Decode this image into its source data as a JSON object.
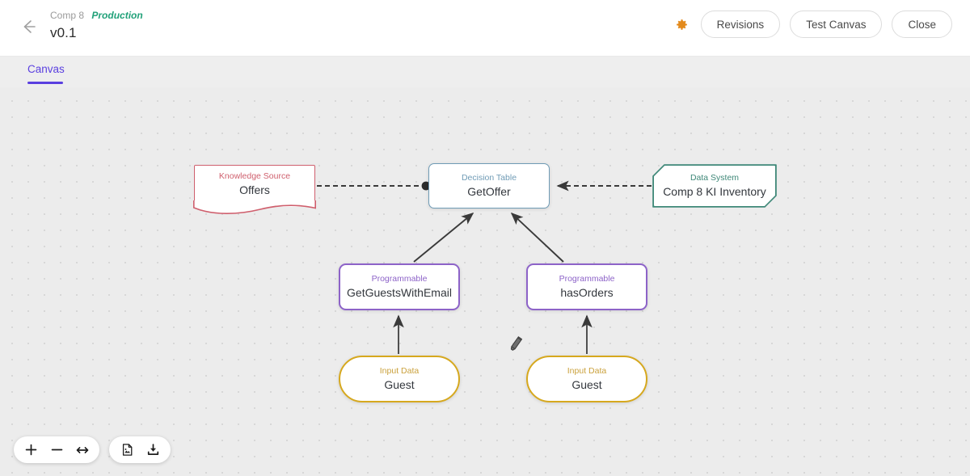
{
  "header": {
    "back_icon": "arrow-left-icon",
    "breadcrumb_app": "Comp 8",
    "breadcrumb_env": "Production",
    "version": "v0.1",
    "gear_icon": "gear-icon",
    "gear_color": "#e38a1c",
    "actions": [
      {
        "label": "Revisions",
        "name": "revisions-button"
      },
      {
        "label": "Test Canvas",
        "name": "test-canvas-button"
      },
      {
        "label": "Close",
        "name": "close-button"
      }
    ]
  },
  "tabs": [
    {
      "label": "Canvas",
      "name": "tab-canvas",
      "active": true
    }
  ],
  "canvas": {
    "cursor_icon": "pencil-icon",
    "nodes": [
      {
        "id": "knowledge-source",
        "kind": "Knowledge Source",
        "label": "Offers",
        "accent": "#cf5f6d"
      },
      {
        "id": "decision-table",
        "kind": "Decision Table",
        "label": "GetOffer",
        "accent": "#6f9bb5"
      },
      {
        "id": "data-system",
        "kind": "Data System",
        "label": "Comp 8 KI Inventory",
        "accent": "#3f8878"
      },
      {
        "id": "programmable-a",
        "kind": "Programmable",
        "label": "GetGuestsWithEmail",
        "accent": "#8d63c8"
      },
      {
        "id": "programmable-b",
        "kind": "Programmable",
        "label": "hasOrders",
        "accent": "#8d63c8"
      },
      {
        "id": "input-data-a",
        "kind": "Input Data",
        "label": "Guest",
        "accent": "#d6a81e"
      },
      {
        "id": "input-data-b",
        "kind": "Input Data",
        "label": "Guest",
        "accent": "#d6a81e"
      }
    ],
    "edges": [
      {
        "from": "knowledge-source",
        "to": "decision-table",
        "style": "dashed",
        "end": "circle"
      },
      {
        "from": "data-system",
        "to": "decision-table",
        "style": "dashed",
        "end": "arrow"
      },
      {
        "from": "programmable-a",
        "to": "decision-table",
        "style": "solid",
        "end": "arrow"
      },
      {
        "from": "programmable-b",
        "to": "decision-table",
        "style": "solid",
        "end": "arrow"
      },
      {
        "from": "input-data-a",
        "to": "programmable-a",
        "style": "solid",
        "end": "arrow"
      },
      {
        "from": "input-data-b",
        "to": "programmable-b",
        "style": "solid",
        "end": "arrow"
      }
    ]
  },
  "toolbar": {
    "zoom_in": "+",
    "zoom_out": "−",
    "fit_icon": "fit-horizontal-icon",
    "image_icon": "document-image-icon",
    "download_icon": "download-icon"
  }
}
